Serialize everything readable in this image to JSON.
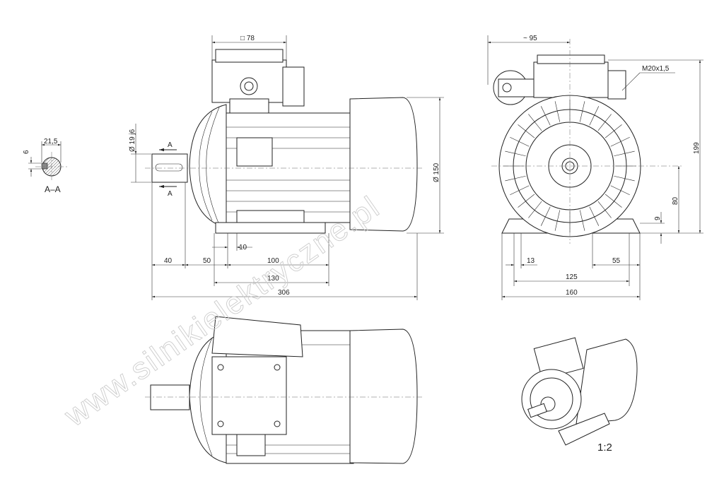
{
  "watermark": "www.silnikielektryczne.pl",
  "section": {
    "label": "A–A",
    "key_width": "6",
    "shaft_height": "21,5",
    "arrow_label_top": "A",
    "arrow_label_bottom": "A"
  },
  "front_view": {
    "box_size": "□ 78",
    "shaft_diameter": "Ø 19 j6",
    "body_diameter": "Ø 150",
    "dims": {
      "d40": "40",
      "d50": "50",
      "d10": "10",
      "d100": "100",
      "d130": "130",
      "d306": "306"
    }
  },
  "side_view": {
    "approx_95": "~ 95",
    "gland": "M20x1,5",
    "dims": {
      "d199": "199",
      "d80": "80",
      "d9": "9",
      "d13": "13",
      "d55": "55",
      "d125": "125",
      "d160": "160"
    }
  },
  "scale": "1:2"
}
